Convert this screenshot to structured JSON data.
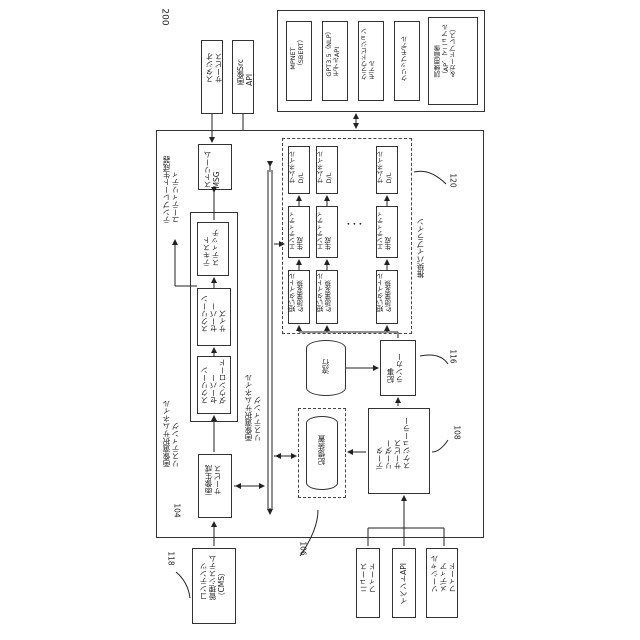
{
  "figure_number": "200",
  "refs": {
    "r118": "118",
    "r104": "104",
    "r106": "106",
    "r108": "108",
    "r116": "116",
    "r120": "120"
  },
  "cms": "コンテンツ\n管理システム\n（CMS）",
  "studio_service": "スタジオ\nサービス",
  "image_src_api": "画像Src\nAPI",
  "models": {
    "mpnet": "MPNET\n（SBERT）",
    "gpt": "GPT3.5（NLP）\nモデルAPI",
    "cloud_vision": "クラウドビジョン\nモデル",
    "clip": "クリップモデル",
    "training_images": "訓練用画像\n（AP、マニュアル\n＆ガードプレス）"
  },
  "image_select_listing": "画像選択サムネイル\nリスティング",
  "image_select_listing_center": "画像選択サムネイル\nリスティング",
  "template_generator": "テンプレート生成器\nユーティリティ",
  "stream_msg": "ストリーム\nMSG",
  "text_stitch": "テキスト\nスティッチ",
  "screensaver_size": "スクリーン\nセーバー\nサイズ",
  "screensaver_download": "スクリーン\nセーバー\nダウンロード",
  "image_gen_service": "画像生成\nサービス",
  "pipeline_title": "推奨パイプライン",
  "thumb_dl": "サムネイル\nD/L",
  "entity_gen": "エンティティ\n生成",
  "short_title": "短いタイトル\n&語彙変換",
  "ellipsis": "•\n•\n•",
  "trending": "流行",
  "article_ranker": "記事\nランカー",
  "storage": "記憶装置",
  "data_reader": "データ\nリーダー\nサービス\nスケジューラー",
  "feeds": {
    "news": "ニュース\nフィード",
    "event_api": "イベントAPI",
    "social": "ソーシャル\nメディア\nフィード"
  }
}
